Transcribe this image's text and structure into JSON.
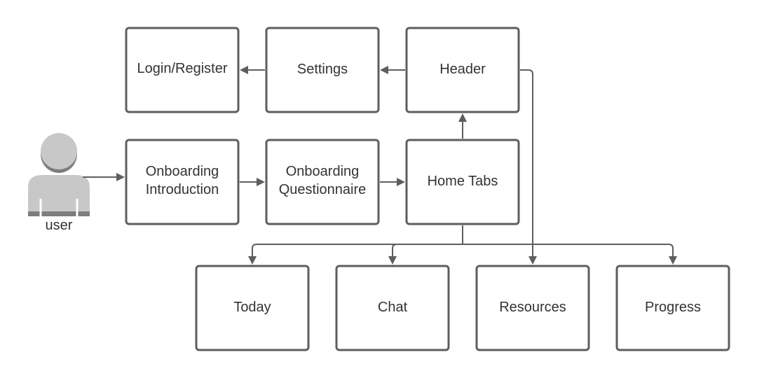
{
  "actor": {
    "label": "user",
    "icon": "user-icon"
  },
  "nodes": {
    "login_register": [
      "Login/Register"
    ],
    "settings": [
      "Settings"
    ],
    "header": [
      "Header"
    ],
    "onboarding_introduction": [
      "Onboarding",
      "Introduction"
    ],
    "onboarding_questionnaire": [
      "Onboarding",
      "Questionnaire"
    ],
    "home_tabs": [
      "Home Tabs"
    ],
    "today": [
      "Today"
    ],
    "chat": [
      "Chat"
    ],
    "resources": [
      "Resources"
    ],
    "progress": [
      "Progress"
    ]
  },
  "edges": [
    {
      "from": "user",
      "to": "onboarding_introduction"
    },
    {
      "from": "onboarding_introduction",
      "to": "onboarding_questionnaire"
    },
    {
      "from": "onboarding_questionnaire",
      "to": "home_tabs"
    },
    {
      "from": "home_tabs",
      "to": "header"
    },
    {
      "from": "header",
      "to": "settings"
    },
    {
      "from": "settings",
      "to": "login_register"
    },
    {
      "from": "header",
      "to": "resources"
    },
    {
      "from": "home_tabs",
      "to": "today"
    },
    {
      "from": "home_tabs",
      "to": "chat"
    },
    {
      "from": "home_tabs",
      "to": "resources"
    },
    {
      "from": "home_tabs",
      "to": "progress"
    }
  ],
  "colors": {
    "stroke": "#5e5e5e",
    "text": "#333333",
    "actor_fill": "#c8c8c8",
    "actor_shade": "#7d7d7d"
  }
}
